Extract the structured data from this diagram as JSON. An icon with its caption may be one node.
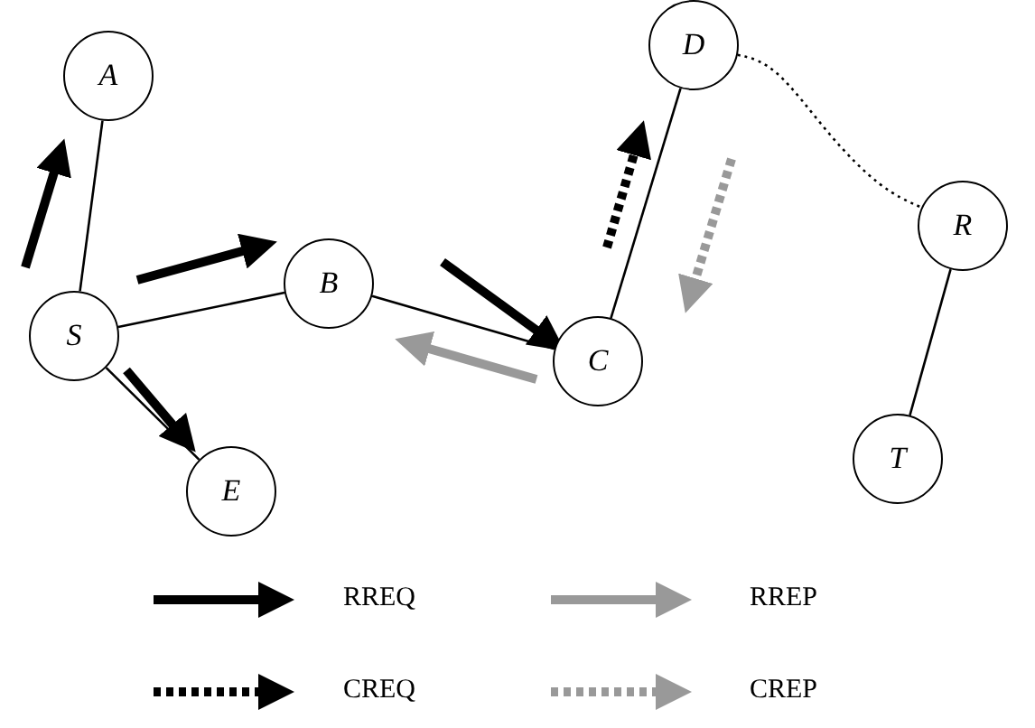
{
  "diagram": {
    "nodes": [
      {
        "text": [
          "A"
        ]
      },
      {
        "text": [
          "S"
        ]
      },
      {
        "text": [
          "B"
        ]
      },
      {
        "text": [
          "E"
        ]
      },
      {
        "text": [
          "C"
        ]
      },
      {
        "text": [
          "D"
        ]
      },
      {
        "text": [
          "R"
        ]
      },
      {
        "text": [
          "T"
        ]
      }
    ],
    "edges": [
      {
        "from": 1,
        "to": 0,
        "arrow": "none"
      },
      {
        "from": 1,
        "to": 2,
        "arrow": "none"
      },
      {
        "from": 1,
        "to": 3,
        "arrow": "none"
      },
      {
        "from": 2,
        "to": 4,
        "arrow": "none"
      },
      {
        "from": 4,
        "to": 5,
        "arrow": "none"
      },
      {
        "from": 5,
        "to": 6,
        "arrow": "none",
        "style": "dashed"
      },
      {
        "from": 6,
        "to": 7,
        "arrow": "none"
      }
    ],
    "legend": [
      {
        "text": "RREQ"
      },
      {
        "text": "RREP"
      },
      {
        "text": "CREQ"
      },
      {
        "text": "CREP"
      }
    ]
  }
}
